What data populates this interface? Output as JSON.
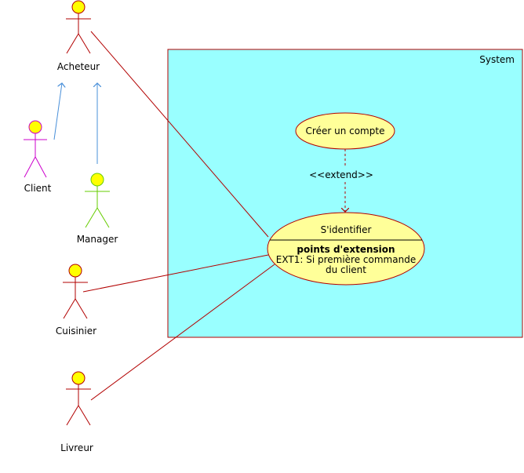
{
  "system": {
    "label": "System",
    "fill": "#99ffff",
    "stroke": "#b20000"
  },
  "actors": [
    {
      "id": "acheteur",
      "label": "Acheteur",
      "stroke": "#b20000"
    },
    {
      "id": "client",
      "label": "Client",
      "stroke": "#cc00cc"
    },
    {
      "id": "manager",
      "label": "Manager",
      "stroke": "#66cc00"
    },
    {
      "id": "cuisinier",
      "label": "Cuisinier",
      "stroke": "#b20000"
    },
    {
      "id": "livreur",
      "label": "Livreur",
      "stroke": "#b20000"
    }
  ],
  "use_cases": {
    "creer_compte": {
      "label": "Créer un compte"
    },
    "identifier": {
      "label": "S'identifier",
      "extension_title": "points d'extension",
      "extension_line1": "EXT1: Si première commande",
      "extension_line2": "du client"
    }
  },
  "relations": {
    "extend_label": "<<extend>>"
  },
  "colors": {
    "actor_head": "#ffff00",
    "usecase_fill": "#ffff99",
    "association": "#b20000",
    "generalization": "#4a90d9"
  }
}
